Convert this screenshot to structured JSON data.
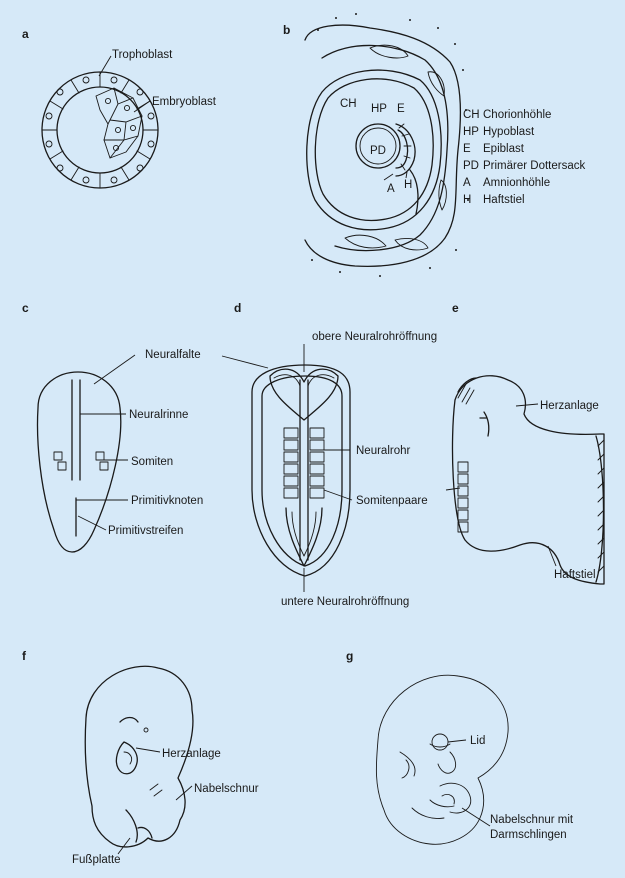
{
  "panels": {
    "a": {
      "letter": "a",
      "labels": {
        "trophoblast": "Trophoblast",
        "embryoblast": "Embryoblast"
      }
    },
    "b": {
      "letter": "b",
      "labels": {
        "ch": "CH",
        "hp": "HP",
        "e": "E",
        "pd": "PD",
        "a": "A",
        "h": "H"
      },
      "legend": [
        {
          "abbr": "CH",
          "text": "Chorionhöhle"
        },
        {
          "abbr": "HP",
          "text": "Hypoblast"
        },
        {
          "abbr": "E",
          "text": "Epiblast"
        },
        {
          "abbr": "PD",
          "text": "Primärer Dottersack"
        },
        {
          "abbr": "A",
          "text": "Amnionhöhle"
        },
        {
          "abbr": "H",
          "text": "Haftstiel"
        }
      ]
    },
    "c": {
      "letter": "c",
      "labels": {
        "neuralfalte": "Neuralfalte",
        "neuralrinne": "Neuralrinne",
        "somiten": "Somiten",
        "primitivknoten": "Primitivknoten",
        "primitivstreifen": "Primitivstreifen"
      }
    },
    "d": {
      "letter": "d",
      "labels": {
        "obere": "obere Neuralrohröffnung",
        "neuralrohr": "Neuralrohr",
        "somitenpaare": "Somitenpaare",
        "untere": "untere Neuralrohröffnung"
      }
    },
    "e": {
      "letter": "e",
      "labels": {
        "herzanlage": "Herzanlage",
        "haftstiel": "Haftstiel"
      }
    },
    "f": {
      "letter": "f",
      "labels": {
        "herzanlage": "Herzanlage",
        "nabelschnur": "Nabelschnur",
        "fussplatte": "Fußplatte"
      }
    },
    "g": {
      "letter": "g",
      "labels": {
        "lid": "Lid",
        "nabel1": "Nabelschnur mit",
        "nabel2": "Darmschlingen"
      }
    }
  }
}
